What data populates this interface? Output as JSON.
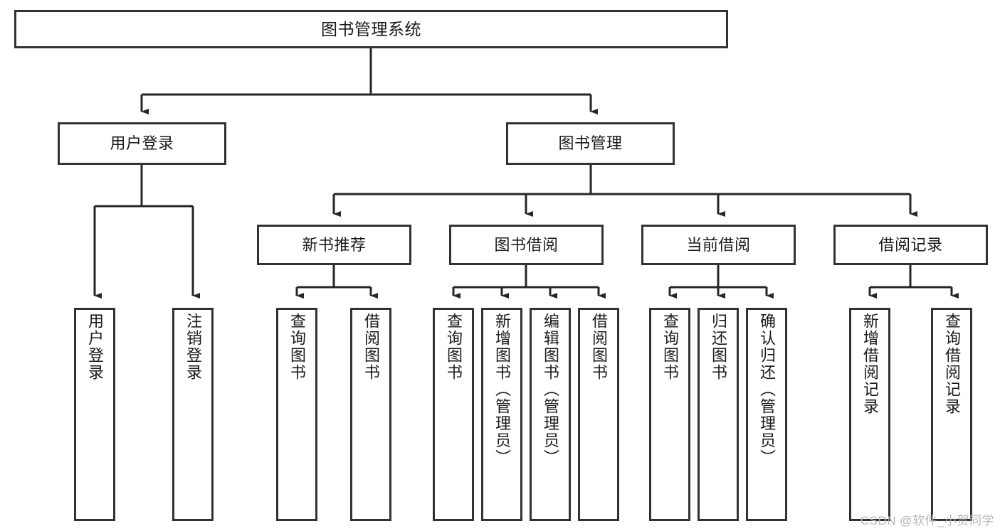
{
  "diagram": {
    "title": "图书管理系统",
    "type": "tree",
    "root": {
      "label": "图书管理系统"
    },
    "level2": [
      {
        "label": "用户登录"
      },
      {
        "label": "图书管理"
      }
    ],
    "level3": [
      {
        "label": "新书推荐"
      },
      {
        "label": "图书借阅"
      },
      {
        "label": "当前借阅"
      },
      {
        "label": "借阅记录"
      }
    ],
    "leaves": {
      "user_login": [
        {
          "label": "用户登录"
        },
        {
          "label": "注销登录"
        }
      ],
      "new_book_recommend": [
        {
          "label": "查询图书"
        },
        {
          "label": "借阅图书"
        }
      ],
      "book_borrow": [
        {
          "label": "查询图书"
        },
        {
          "label": "新增图书（管理员）"
        },
        {
          "label": "编辑图书（管理员）"
        },
        {
          "label": "借阅图书"
        }
      ],
      "current_borrow": [
        {
          "label": "查询图书"
        },
        {
          "label": "归还图书"
        },
        {
          "label": "确认归还（管理员）"
        }
      ],
      "borrow_record": [
        {
          "label": "新增借阅记录"
        },
        {
          "label": "查询借阅记录"
        }
      ]
    }
  },
  "watermark": {
    "text": "CSDN @软件_小贺同学"
  },
  "colors": {
    "box_border": "#323232",
    "box_fill": "#ffffff",
    "connector": "#262626",
    "text": "#1a1a1a",
    "watermark": "#b8b8b8",
    "canvas": "#ffffff"
  }
}
